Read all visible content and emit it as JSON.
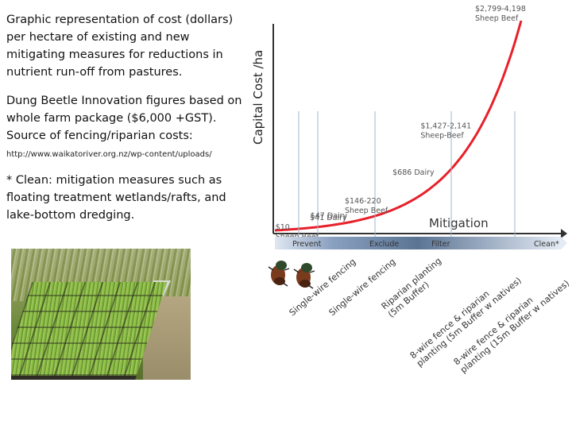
{
  "text": {
    "intro": "Graphic representation of cost (dollars) per hectare of existing and new mitigating measures for reductions in nutrient run-off from pastures.",
    "dung_beetle": "Dung Beetle Innovation figures based on whole farm package ($6,000 +GST). Source of fencing/riparian costs:",
    "url": "http://www.waikatoriver.org.nz/wp-content/uploads/",
    "clean_note": "* Clean: mitigation measures such as floating treatment wetlands/rafts, and lake-bottom dredging."
  },
  "chart_data": {
    "type": "line",
    "title": "Mitigation",
    "ylabel": "Capital Cost /ha",
    "xlabel": "",
    "grid": false,
    "points": [
      {
        "label": "$10",
        "label2": "Sheep Beef",
        "value": 10
      },
      {
        "label": "$41 Dairy",
        "label2": "",
        "value": 41
      },
      {
        "label": "$47 Dairy",
        "label2": "",
        "value": 47
      },
      {
        "label": "$146-220",
        "label2": "Sheep Beef",
        "value": 183
      },
      {
        "label": "$686 Dairy",
        "label2": "",
        "value": 686
      },
      {
        "label": "$1,427-2,141",
        "label2": "Sheep-Beef",
        "value": 1784
      },
      {
        "label": "$2,799-4,198",
        "label2": "Sheep Beef",
        "value": 3499
      }
    ],
    "x_bands": [
      "Prevent",
      "Exclude",
      "Filter",
      "Clean*"
    ],
    "x_ticks": [
      "Single-wire fencing",
      "Single-wire fencing",
      "Riparian planting (5m Buffer)",
      "8-wire fence & riparian planting (5m Buffer w natives)",
      "8-wire fence & riparian planting (15m Buffer w natives)"
    ],
    "colors": {
      "curve": "#e8202a",
      "axis": "#333333",
      "guides": "#9db7cf",
      "band_light": "#c9d6e8",
      "band_dark": "#5b7494"
    }
  }
}
